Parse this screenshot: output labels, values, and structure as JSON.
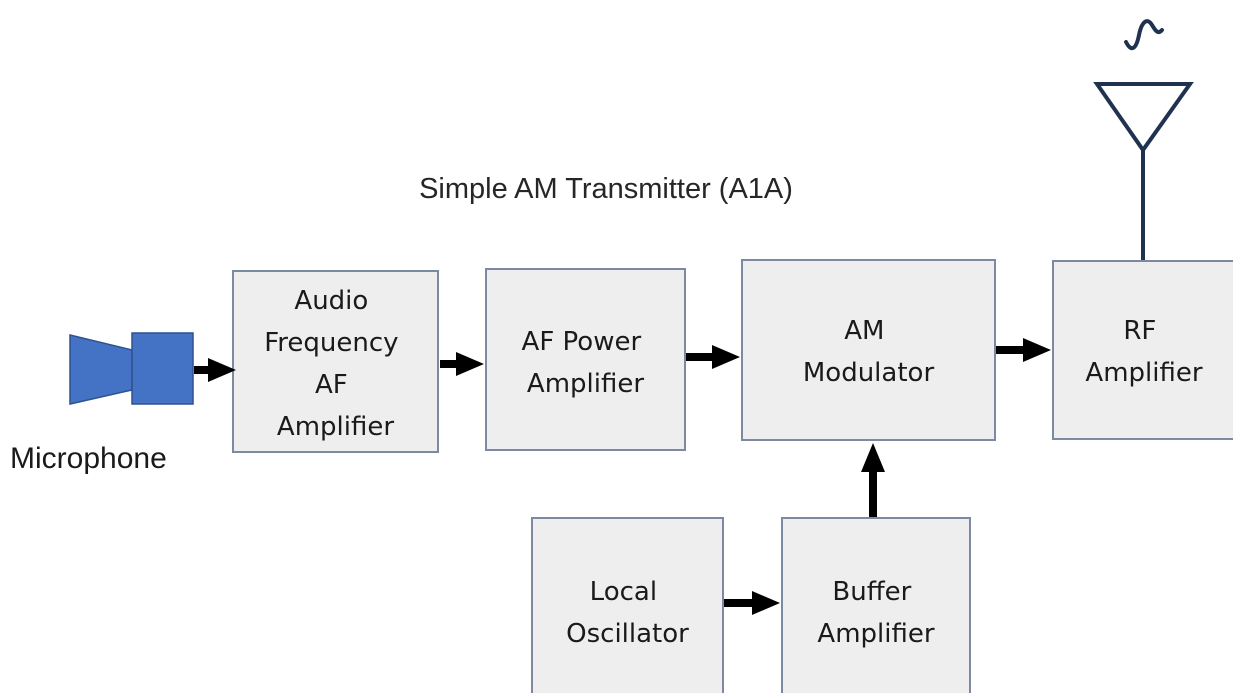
{
  "title": "Simple AM Transmitter (A1A)",
  "microphone_label": "Microphone",
  "blocks": {
    "audio_amp": [
      "Audio",
      "Frequency",
      "AF",
      "Amplifier"
    ],
    "af_power": [
      "AF Power",
      "Amplifier"
    ],
    "am_modulator": [
      "AM",
      "Modulator"
    ],
    "rf_amp": [
      "RF",
      "Amplifier"
    ],
    "local_osc": [
      "Local",
      "Oscillator"
    ],
    "buffer_amp": [
      "Buffer",
      "Amplifier"
    ]
  },
  "colors": {
    "block_fill": "#eeeeee",
    "block_border": "#7b8aa0",
    "microphone": "#4472c4",
    "antenna": "#1f3350",
    "arrow": "#000000"
  }
}
